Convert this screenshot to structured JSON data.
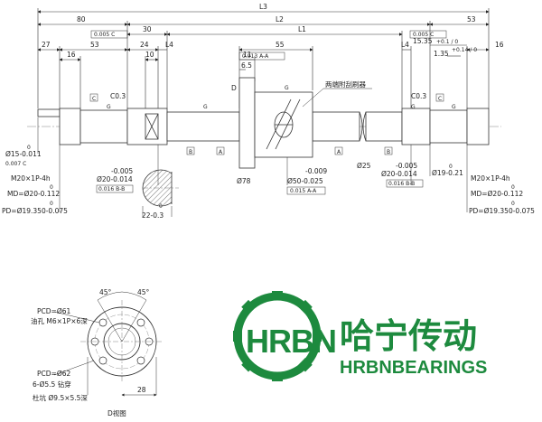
{
  "drawing": {
    "top_dims": {
      "L3": "L3",
      "d80": "80",
      "L2": "L2",
      "d53r": "53",
      "d30": "30",
      "L1": "L1",
      "d27": "27",
      "d53l": "53",
      "d24": "24",
      "L4l": "L4",
      "L4r": "L4",
      "d16r": "16",
      "d16l": "16",
      "d10": "10",
      "d55": "55",
      "d11": "11",
      "d6_5": "6.5",
      "tol_left": "0.005 C",
      "tol_right": "0.005 C",
      "tol_flange": "0.013 A-A",
      "d15_35": "15.35",
      "tol_15_35": "+0.1 / 0",
      "d1_35": "1.35",
      "tol_1_35": "+0.14 / 0"
    },
    "labels": {
      "D": "D",
      "C_left": "C",
      "C_right": "C",
      "C03_left": "C0.3",
      "C03_right": "C0.3",
      "G": "G",
      "note_cn": "两端附刮刷器"
    },
    "left_end": {
      "dia": "Ø15-0.011",
      "dia_upper": "0",
      "runout": "0.007 C",
      "thread": "M20×1P-4h",
      "md": "MD=Ø20-0.112",
      "md_upper": "0",
      "pd": "PD=Ø19.350-0.075",
      "pd_upper": "0"
    },
    "center_dims": {
      "d20_l": "Ø20-0.014",
      "d20_l_upper": "-0.005",
      "runout_l": "0.016 B-B",
      "d78": "Ø78",
      "d50": "Ø50-0.025",
      "d50_upper": "-0.009",
      "runout_nut": "0.015 A-A",
      "d25": "Ø25",
      "d20_r": "Ø20-0.014",
      "d20_r_upper": "-0.005",
      "runout_r": "0.016 B-B",
      "d19": "Ø19-0.21",
      "d19_upper": "0",
      "key": "22-0.3",
      "key_upper": "0"
    },
    "right_end": {
      "thread": "M20×1P-4h",
      "md": "MD=Ø20-0.112",
      "md_upper": "0",
      "pd": "PD=Ø19.350-0.075",
      "pd_upper": "0"
    },
    "section_view": {
      "angle_l": "45°",
      "angle_r": "45°",
      "pcd61": "PCD=Ø61",
      "oil_hole": "油孔 M6×1P×6深",
      "pcd62": "PCD=Ø62",
      "drill": "6-Ø5.5 钻穿",
      "counterbore": "杜坑 Ø9.5×5.5深",
      "d28": "28",
      "title": "D视图"
    }
  },
  "brand": {
    "logo_text": "HRBN",
    "name_cn": "哈宁传动",
    "name_en": "HRBNBEARINGS",
    "color": "#1d8a3e"
  }
}
